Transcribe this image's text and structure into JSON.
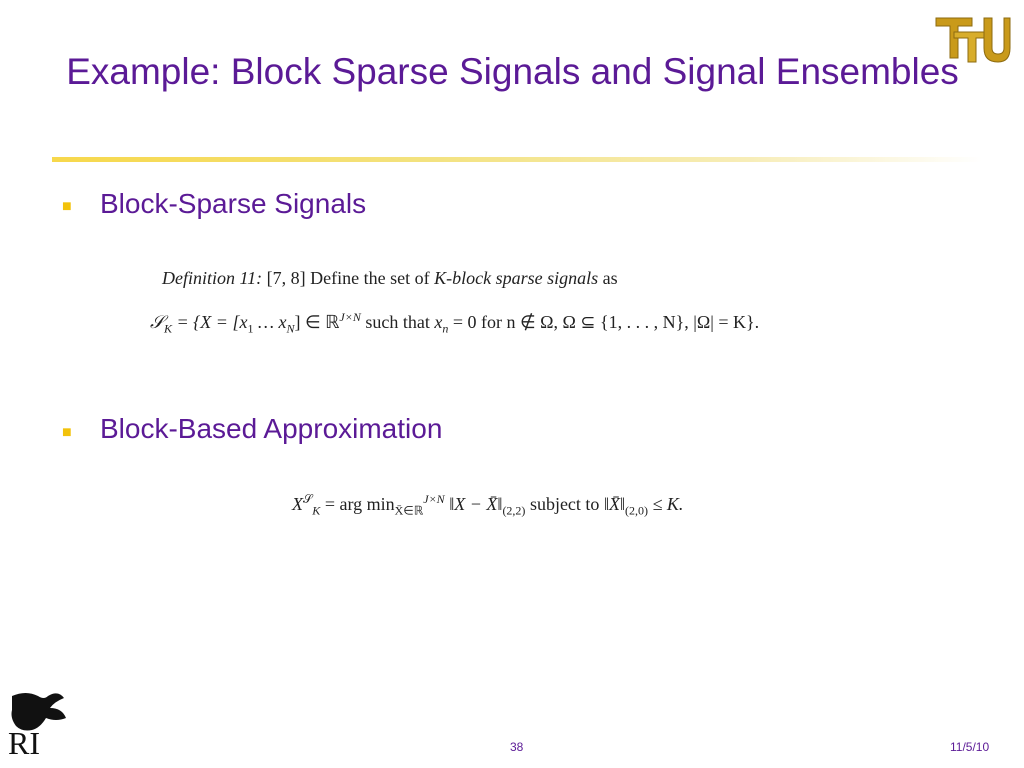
{
  "slide": {
    "title": "Example: Block Sparse Signals and Signal Ensembles",
    "bullets": [
      {
        "marker": "■",
        "text": "Block-Sparse Signals"
      },
      {
        "marker": "■",
        "text": "Block-Based Approximation"
      }
    ],
    "definition": {
      "label": "Definition 11:",
      "refs": "[7, 8]",
      "text_before": "Define the set of",
      "italic_term": "K-block sparse signals",
      "text_after": "as"
    },
    "equation1": {
      "lhs": "𝒮",
      "lhs_sub": "K",
      "body1": " = {X = [x",
      "sub1": "1",
      "mid1": " … x",
      "subN": "N",
      "mid2": "] ∈ ℝ",
      "sup1": "J×N",
      "such_that": " such that ",
      "cond1": "x",
      "cond1_sub": "n",
      "cond1_rest": " = 0 for n ∉ Ω, Ω ⊆ {1, . . . , N}, |Ω| = K}."
    },
    "equation2": {
      "lhs": "X",
      "lhs_sup": "𝒮",
      "lhs_sub": "K",
      "arg": " = arg min",
      "min_sub": "X̄∈ℝ",
      "min_sub_sup": "J×N",
      "norm1": " ‖X − X̄‖",
      "norm1_sub": "(2,2)",
      "subject_to": " subject to ",
      "norm2": "‖X̄‖",
      "norm2_sub": "(2,0)",
      "tail": " ≤ K."
    },
    "footer": {
      "page_number": "38",
      "date": "11/5/10"
    }
  },
  "logos": {
    "top_right": "TTU",
    "bottom_left": "RI"
  },
  "colors": {
    "title": "#5b1a96",
    "bullet": "#f2c20b",
    "rule": "#f7d84b"
  }
}
